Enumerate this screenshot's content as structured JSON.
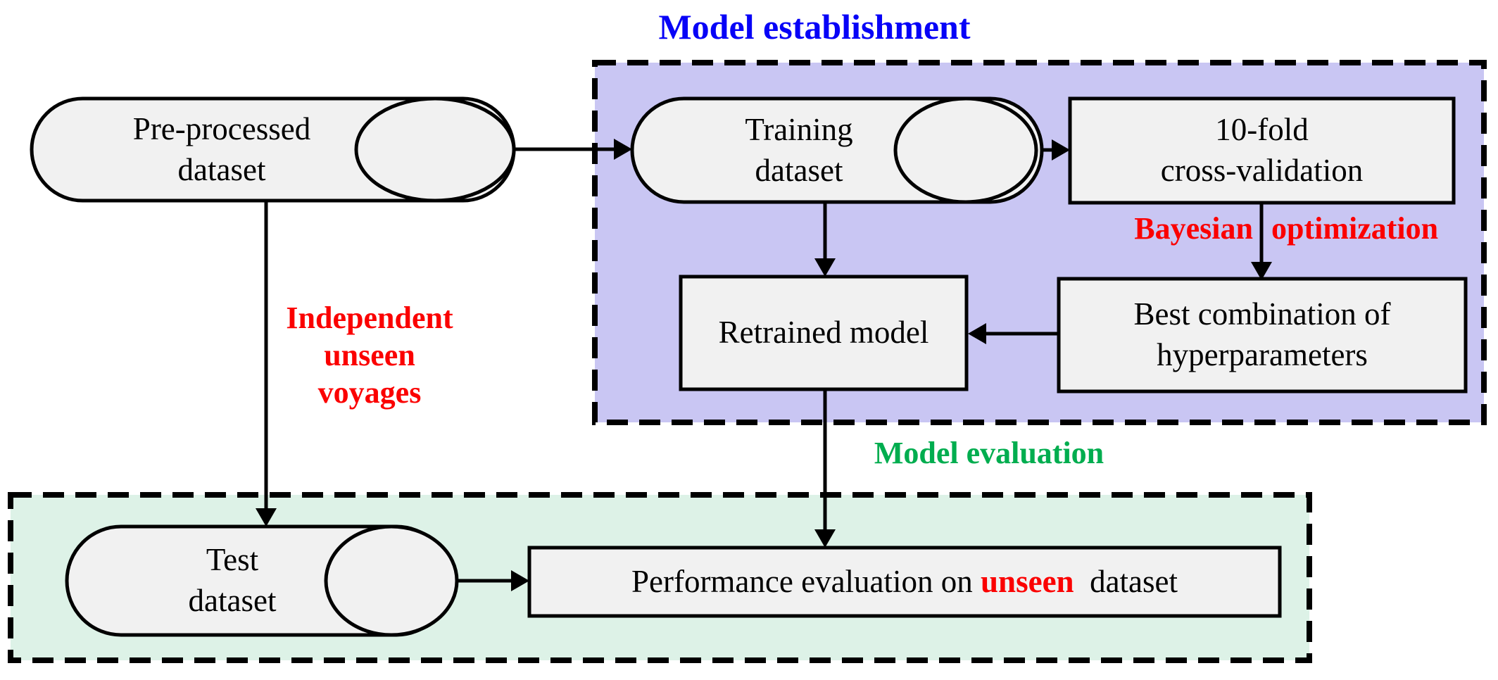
{
  "figure": {
    "section_titles": {
      "model_establishment": "Model establishment",
      "model_evaluation": "Model evaluation"
    },
    "annotations": {
      "bayesian_word1": "Bayesian",
      "bayesian_word2": "optimization",
      "independent_line1": "Independent",
      "independent_line2": "unseen",
      "independent_line3": "voyages"
    },
    "nodes": {
      "preprocessed_dataset": {
        "line1": "Pre-processed",
        "line2": "dataset"
      },
      "training_dataset": {
        "line1": "Training",
        "line2": "dataset"
      },
      "cross_validation": {
        "line1": "10-fold",
        "line2": "cross-validation"
      },
      "retrained_model": {
        "label": "Retrained model"
      },
      "best_combination": {
        "line1": "Best combination of",
        "line2": "hyperparameters"
      },
      "test_dataset": {
        "line1": "Test",
        "line2": "dataset"
      },
      "performance_evaluation": {
        "prefix": "Performance evaluation on ",
        "highlight": "unseen",
        "suffix": "  dataset"
      }
    }
  },
  "colors": {
    "blue_title": "#0702F7",
    "red_accent": "#FB0000",
    "green_accent": "#00AD4F",
    "establishment_fill": "#C9C6F3",
    "evaluation_fill": "#DDF2E7",
    "node_fill": "#F1F1F1",
    "line_color": "#000000"
  }
}
